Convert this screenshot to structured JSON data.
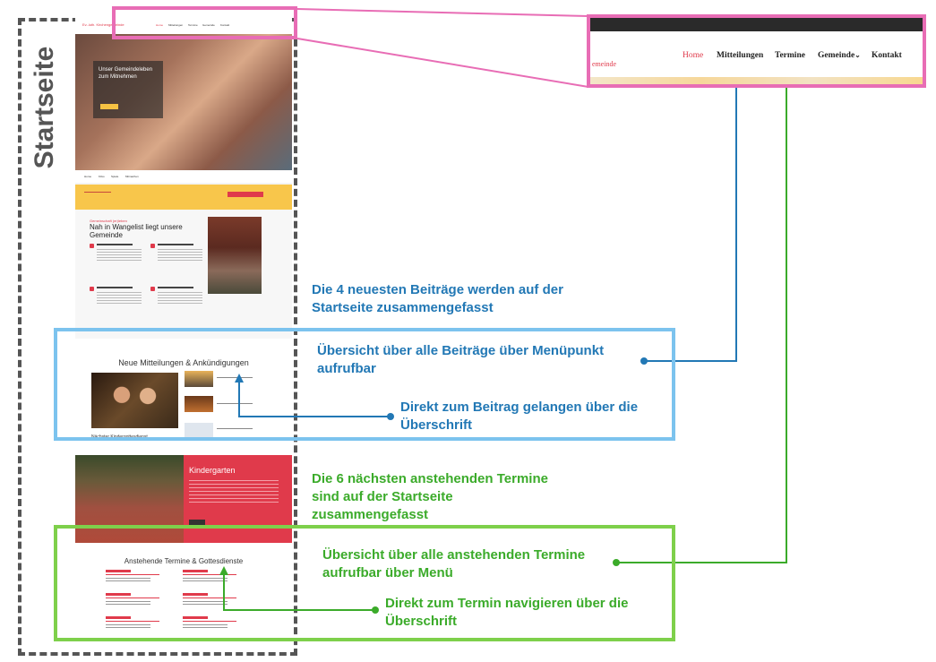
{
  "side_label": "Startseite",
  "zoom_nav": {
    "site_title_fragment": "emeinde",
    "items": [
      "Home",
      "Mitteilungen",
      "Termine",
      "Gemeinde",
      "Kontakt"
    ],
    "dropdown_glyph": "⌄"
  },
  "notes": {
    "news_summary": "Die 4 neuesten Beiträge werden auf der Startseite zusammengefasst",
    "news_menu": "Übersicht über alle Beiträge über Menüpunkt aufrufbar",
    "news_direct": "Direkt zum Beitrag gelangen über die Überschrift",
    "dates_summary": "Die 6 nächsten anstehenden Termine sind auf der Startseite zusammengefasst",
    "dates_menu": "Übersicht über alle anstehenden Termine aufrufbar über Menü",
    "dates_direct": "Direkt zum Termin navigieren über die Überschrift"
  },
  "site": {
    "logo": "Ev.-luth. Kirchengemeinde",
    "nav": [
      "Home",
      "Mitteilungen",
      "Termine",
      "Gemeinde",
      "Kontakt"
    ],
    "hero_text": "Unser Gemeindeleben zum Mitnehmen",
    "subnav": [
      "Home",
      "KiGo",
      "Spiele",
      "Mitmachen"
    ],
    "about_tag": "Gemeinschaft (er)leben",
    "about_heading": "Nah in Wangelist liegt unsere Gemeinde",
    "news_heading": "Neue Mitteilungen & Ankündigungen",
    "news_next": "Nächster Kindergottesdienst",
    "kindergarten_heading": "Kindergarten",
    "dates_heading": "Anstehende Termine & Gottesdienste"
  },
  "colors": {
    "accent_red": "#e03a4b",
    "blue": "#2278b5",
    "green": "#3bab2a",
    "pink": "#e86db5",
    "frame": "#555555"
  }
}
